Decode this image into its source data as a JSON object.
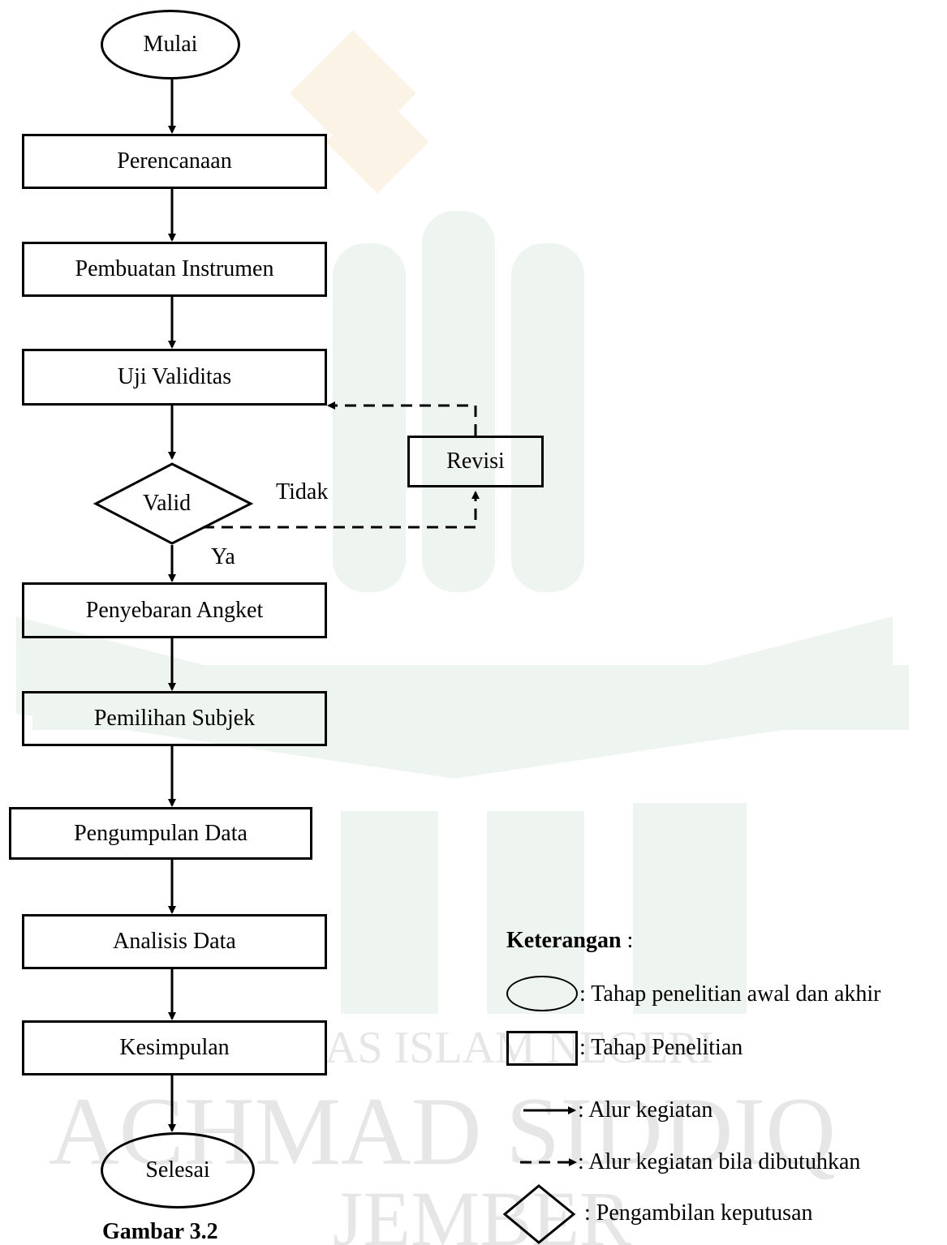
{
  "nodes": {
    "start": "Mulai",
    "perencanaan": "Perencanaan",
    "pembuatan": "Pembuatan Instrumen",
    "uji": "Uji Validitas",
    "valid": "Valid",
    "revisi": "Revisi",
    "penyebaran": "Penyebaran Angket",
    "pemilihan": "Pemilihan Subjek",
    "pengumpulan": "Pengumpulan Data",
    "analisis": "Analisis Data",
    "kesimpulan": "Kesimpulan",
    "end": "Selesai"
  },
  "edge_labels": {
    "tidak": "Tidak",
    "ya": "Ya"
  },
  "legend": {
    "title": "Keterangan",
    "title_suffix": " :",
    "oval": ": Tahap penelitian awal dan akhir",
    "rect": ": Tahap Penelitian",
    "solid_arrow": ": Alur kegiatan",
    "dashed_arrow": ": Alur kegiatan bila dibutuhkan",
    "diamond": ": Pengambilan keputusan"
  },
  "caption": "Gambar 3.2",
  "watermark": {
    "line1": "AS ISLAM NEGERI",
    "line2": "ACHMAD SIDDIQ",
    "line3": "JEMBER"
  },
  "colors": {
    "ink": "#000000",
    "watermark_text": "#e6e6e6",
    "watermark_green": "#eef4f0",
    "watermark_gold": "#faf3e6"
  }
}
